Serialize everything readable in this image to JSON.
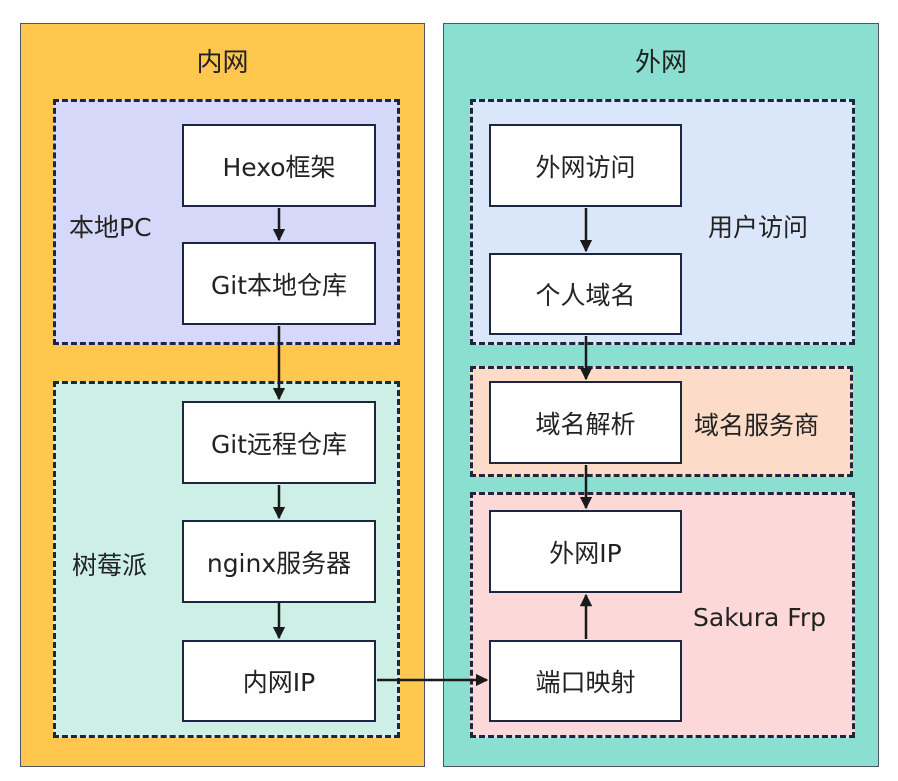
{
  "zones": {
    "intranet": {
      "title": "内网",
      "fill": "#FFC74D"
    },
    "internet": {
      "title": "外网",
      "fill": "#8BDFD0"
    }
  },
  "groups": {
    "local_pc": {
      "label": "本地PC",
      "fill": "#D5D8F8"
    },
    "raspberry_pi": {
      "label": "树莓派",
      "fill": "#CDEFE6"
    },
    "user_access": {
      "label": "用户访问",
      "fill": "#DAE6FA"
    },
    "domain_provider": {
      "label": "域名服务商",
      "fill": "#FCDCC8"
    },
    "sakura_frp": {
      "label": "Sakura Frp",
      "fill": "#FDD8D8"
    }
  },
  "nodes": {
    "hexo": "Hexo框架",
    "git_local": "Git本地仓库",
    "git_remote": "Git远程仓库",
    "nginx": "nginx服务器",
    "lan_ip": "内网IP",
    "external_access": "外网访问",
    "personal_domain": "个人域名",
    "dns_resolution": "域名解析",
    "public_ip": "外网IP",
    "port_mapping": "端口映射"
  },
  "edges": [
    {
      "from": "Hexo框架",
      "to": "Git本地仓库"
    },
    {
      "from": "Git本地仓库",
      "to": "Git远程仓库"
    },
    {
      "from": "Git远程仓库",
      "to": "nginx服务器"
    },
    {
      "from": "nginx服务器",
      "to": "内网IP"
    },
    {
      "from": "内网IP",
      "to": "端口映射"
    },
    {
      "from": "端口映射",
      "to": "外网IP"
    },
    {
      "from": "外网访问",
      "to": "个人域名"
    },
    {
      "from": "个人域名",
      "to": "域名解析"
    },
    {
      "from": "域名解析",
      "to": "外网IP"
    }
  ]
}
